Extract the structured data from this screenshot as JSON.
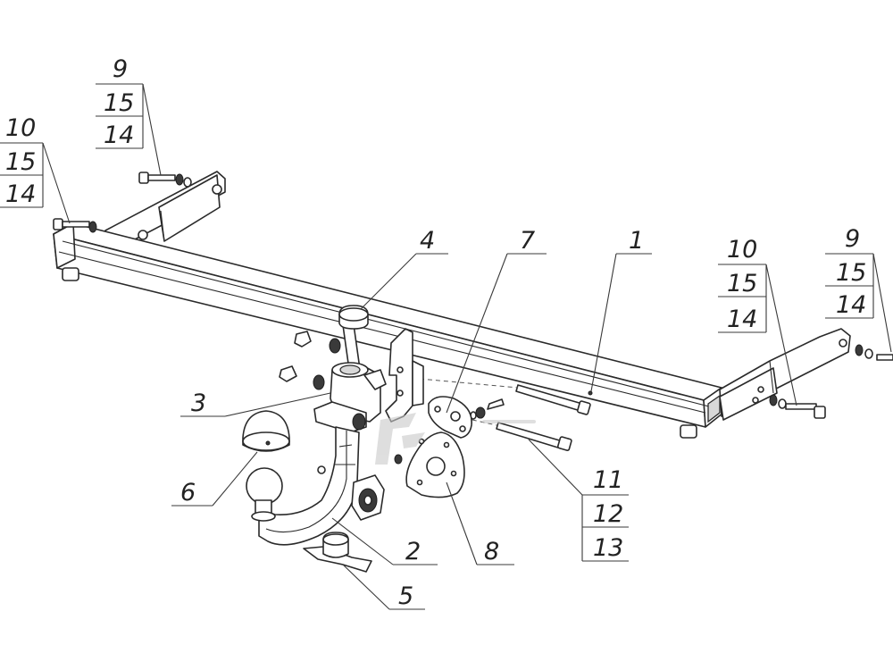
{
  "callouts": {
    "c_9_left": {
      "main": "9",
      "sub1": "15",
      "sub2": "14"
    },
    "c_10_left": {
      "main": "10",
      "sub1": "15",
      "sub2": "14"
    },
    "c_10_right": {
      "main": "10",
      "sub1": "15",
      "sub2": "14"
    },
    "c_9_right": {
      "main": "9",
      "sub1": "15",
      "sub2": "14"
    },
    "c_11": {
      "main": "11",
      "sub1": "12",
      "sub2": "13"
    }
  },
  "labels": {
    "part_1": "1",
    "part_2": "2",
    "part_3": "3",
    "part_4": "4",
    "part_5": "5",
    "part_6": "6",
    "part_7": "7",
    "part_8": "8"
  },
  "colors": {
    "line": "#2a2a2a",
    "label": "#222222",
    "background": "#ffffff"
  },
  "icons": {
    "watermark": "logo-watermark-icon"
  }
}
